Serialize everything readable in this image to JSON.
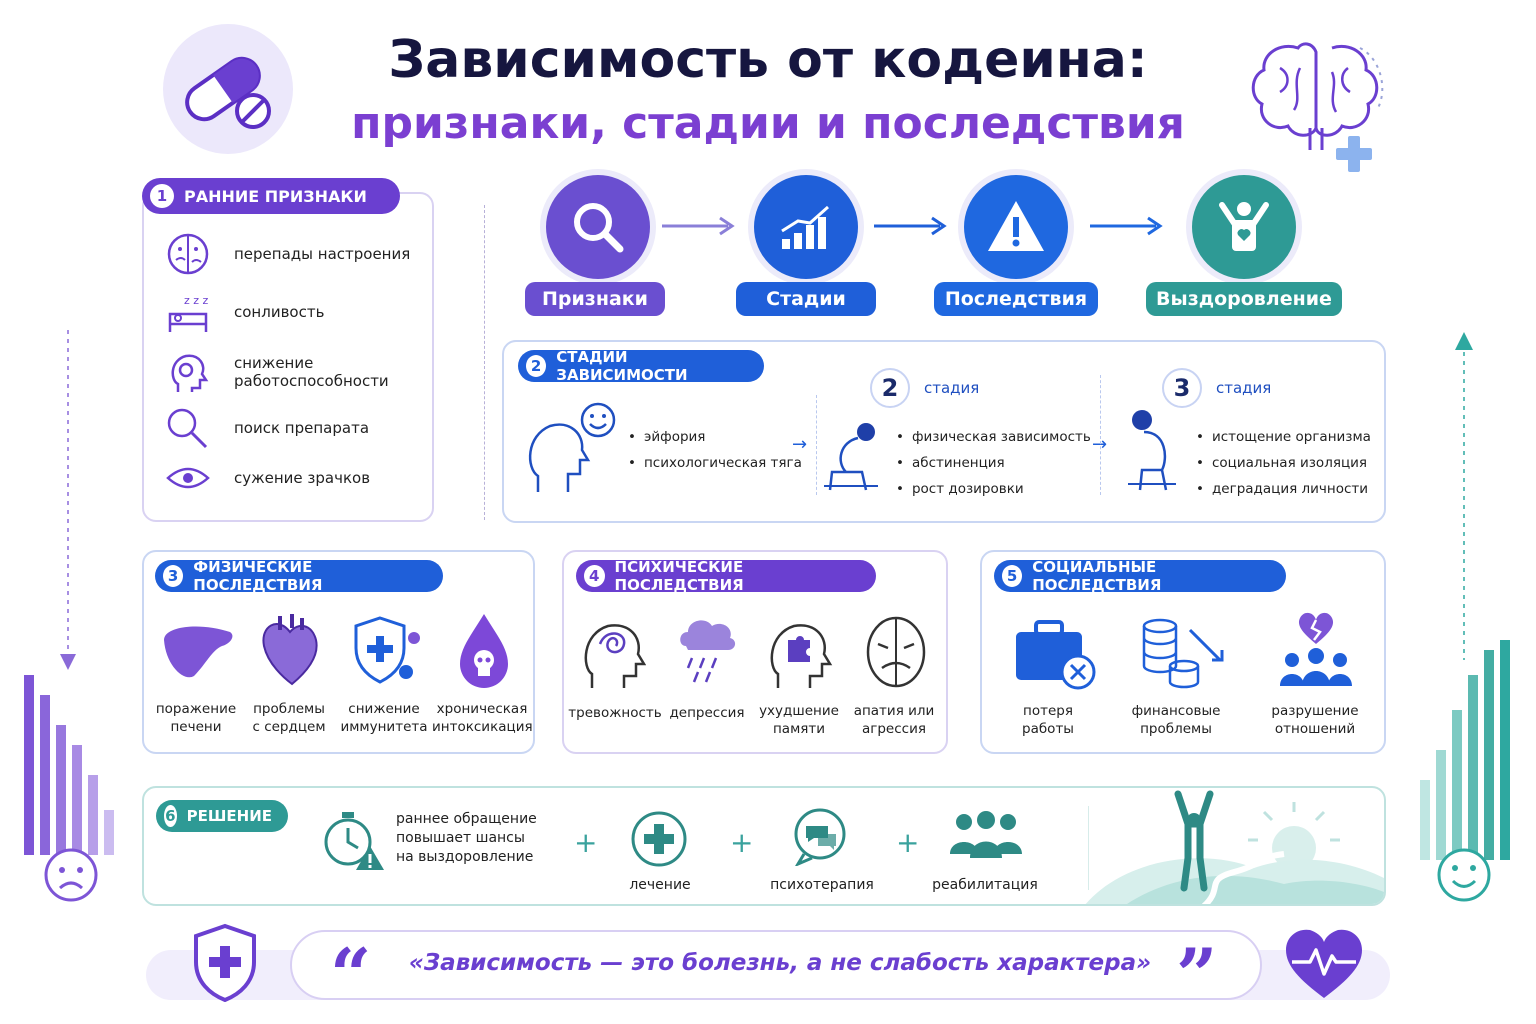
{
  "header": {
    "title_line1": "Зависимость от кодеина:",
    "title_line2": "признаки, стадии и последствия"
  },
  "early_signs": {
    "num": "1",
    "title": "РАННИЕ ПРИЗНАКИ",
    "items": [
      "перепады настроения",
      "сонливость",
      "снижение работоспособности",
      "поиск препарата",
      "сужение зрачков"
    ]
  },
  "flow": {
    "steps": [
      "Признаки",
      "Стадии",
      "Последствия",
      "Выздоровление"
    ]
  },
  "stages": {
    "num": "2",
    "title": "СТАДИИ ЗАВИСИМОСТИ",
    "stage_word": "стадия",
    "stage1": {
      "bullets": [
        "эйфория",
        "психологическая тяга"
      ]
    },
    "stage2": {
      "num": "2",
      "bullets": [
        "физическая зависимость",
        "абстиненция",
        "рост дозировки"
      ]
    },
    "stage3": {
      "num": "3",
      "bullets": [
        "истощение организма",
        "социальная изоляция",
        "деградация личности"
      ]
    }
  },
  "physical": {
    "num": "3",
    "title": "ФИЗИЧЕСКИЕ ПОСЛЕДСТВИЯ",
    "items": [
      {
        "line1": "поражение",
        "line2": "печени"
      },
      {
        "line1": "проблемы",
        "line2": "с сердцем"
      },
      {
        "line1": "снижение",
        "line2": "иммунитета"
      },
      {
        "line1": "хроническая",
        "line2": "интоксикация"
      }
    ]
  },
  "mental": {
    "num": "4",
    "title": "ПСИХИЧЕСКИЕ ПОСЛЕДСТВИЯ",
    "items": [
      {
        "line1": "тревожность",
        "line2": ""
      },
      {
        "line1": "депрессия",
        "line2": ""
      },
      {
        "line1": "ухудшение",
        "line2": "памяти"
      },
      {
        "line1": "апатия или",
        "line2": "агрессия"
      }
    ]
  },
  "social": {
    "num": "5",
    "title": "СОЦИАЛЬНЫЕ ПОСЛЕДСТВИЯ",
    "items": [
      {
        "line1": "потеря",
        "line2": "работы"
      },
      {
        "line1": "финансовые",
        "line2": "проблемы"
      },
      {
        "line1": "разрушение",
        "line2": "отношений"
      }
    ]
  },
  "solution": {
    "num": "6",
    "title": "РЕШЕНИЕ",
    "early_text": [
      "раннее обращение",
      "повышает шансы",
      "на выздоровление"
    ],
    "items": [
      "лечение",
      "психотерапия",
      "реабилитация"
    ],
    "plus": "+"
  },
  "quote": {
    "open": "“",
    "text": "«Зависимость — это болезнь, а не слабость характера»",
    "close": "”"
  },
  "colors": {
    "purple": "#6a3fd0",
    "blue": "#1f5fd9",
    "teal": "#2e9a95",
    "navy": "#16163f"
  }
}
